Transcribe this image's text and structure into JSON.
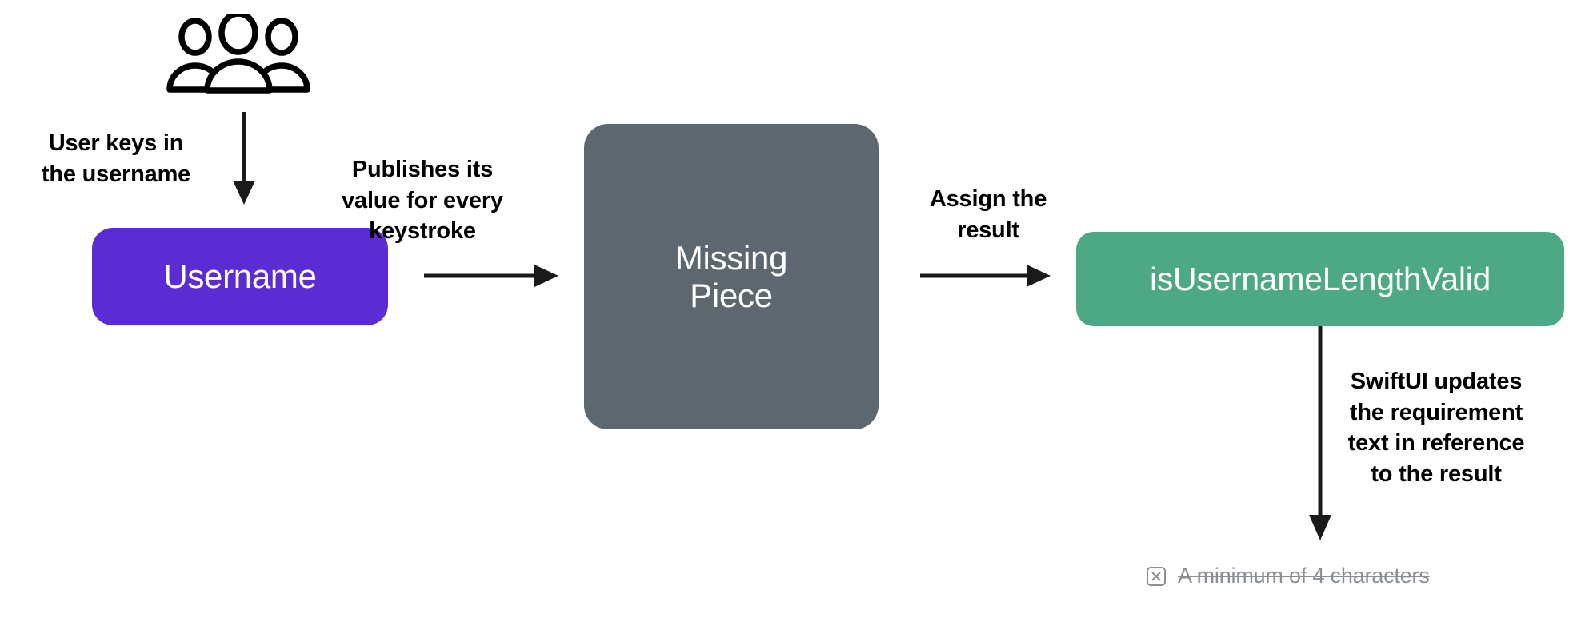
{
  "diagram": {
    "title": "SwiftUI username validation data flow",
    "actor": {
      "icon": "people-group-icon"
    },
    "nodes": [
      {
        "id": "username",
        "label": "Username",
        "color": "#5b2bd4",
        "text_color": "#ffffff"
      },
      {
        "id": "missing_piece",
        "label": "Missing\nPiece",
        "color": "#5c6770",
        "text_color": "#ffffff"
      },
      {
        "id": "is_username_length_valid",
        "label": "isUsernameLengthValid",
        "color": "#4da886",
        "text_color": "#ffffff"
      }
    ],
    "annotations": [
      {
        "id": "user_keys_in",
        "text": "User keys in\nthe username"
      },
      {
        "id": "publishes_value",
        "text": "Publishes its\nvalue for every\nkeystroke"
      },
      {
        "id": "assign_result",
        "text": "Assign the\nresult"
      },
      {
        "id": "swiftui_updates",
        "text": "SwiftUI updates\nthe requirement\ntext in reference\nto the result"
      }
    ],
    "arrows": [
      {
        "id": "actor_to_username",
        "direction": "down"
      },
      {
        "id": "username_to_missing_piece",
        "direction": "right"
      },
      {
        "id": "missing_piece_to_is_valid",
        "direction": "right"
      },
      {
        "id": "is_valid_to_requirement",
        "direction": "down"
      }
    ],
    "requirement": {
      "icon": "x-square-icon",
      "label": "A minimum of 4 characters",
      "state": "unmet-strikethrough",
      "color": "#8a8f96"
    },
    "colors": {
      "background": "#ffffff",
      "stroke": "#1a1a1a",
      "purple": "#5b2bd4",
      "slate": "#5c6770",
      "green": "#4da886",
      "muted_gray": "#8a8f96"
    }
  }
}
